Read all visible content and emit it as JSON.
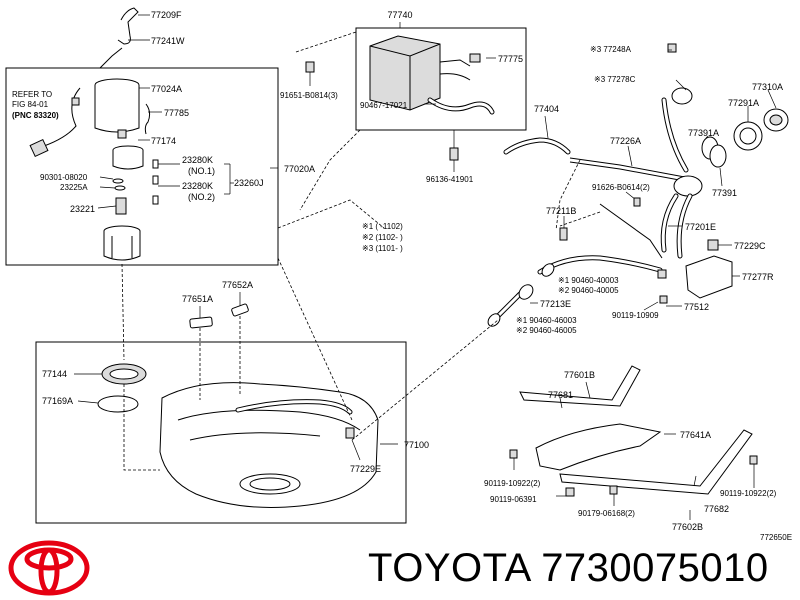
{
  "footer": {
    "brand": "TOYOTA",
    "part_number": "7730075010"
  },
  "diagram": {
    "figure_code": "772650E",
    "refer_note": [
      "REFER TO",
      "FIG 84-01",
      "(PNC 83320)"
    ],
    "parts": [
      "77209F",
      "77241W",
      "77024A",
      "77785",
      "77174",
      "90301-08020",
      "23225A",
      "23280K",
      "(NO.1)",
      "23280K",
      "(NO.2)",
      "23260J",
      "23221",
      "77020A",
      "77740",
      "91651-B0814(3)",
      "77775",
      "90467-17021",
      "96136-41901",
      "77404",
      "※3 77248A",
      "※3 77278C",
      "77310A",
      "77291A",
      "77391A",
      "77391",
      "77226A",
      "91626-B0614(2)",
      "77201E",
      "77211B",
      "77229C",
      "77277R",
      "※1 90460-40003",
      "※2 90460-40005",
      "77213E",
      "77512",
      "90119-10909",
      "※1 90460-46003",
      "※2 90460-46005",
      "77651A",
      "77652A",
      "77144",
      "77169A",
      "77100",
      "77229E",
      "77601B",
      "77681",
      "77641A",
      "90119-10922(2)",
      "90119-06391",
      "90179-06168(2)",
      "77682",
      "90119-10922(2)",
      "77602B"
    ],
    "legend": [
      "※1 (   -1102)",
      "※2 (1102-   )",
      "※3 (1101-      )"
    ]
  },
  "colors": {
    "logo_red": "#e60012",
    "line": "#000000"
  },
  "icons": {
    "logo": "toyota-logo-icon"
  }
}
